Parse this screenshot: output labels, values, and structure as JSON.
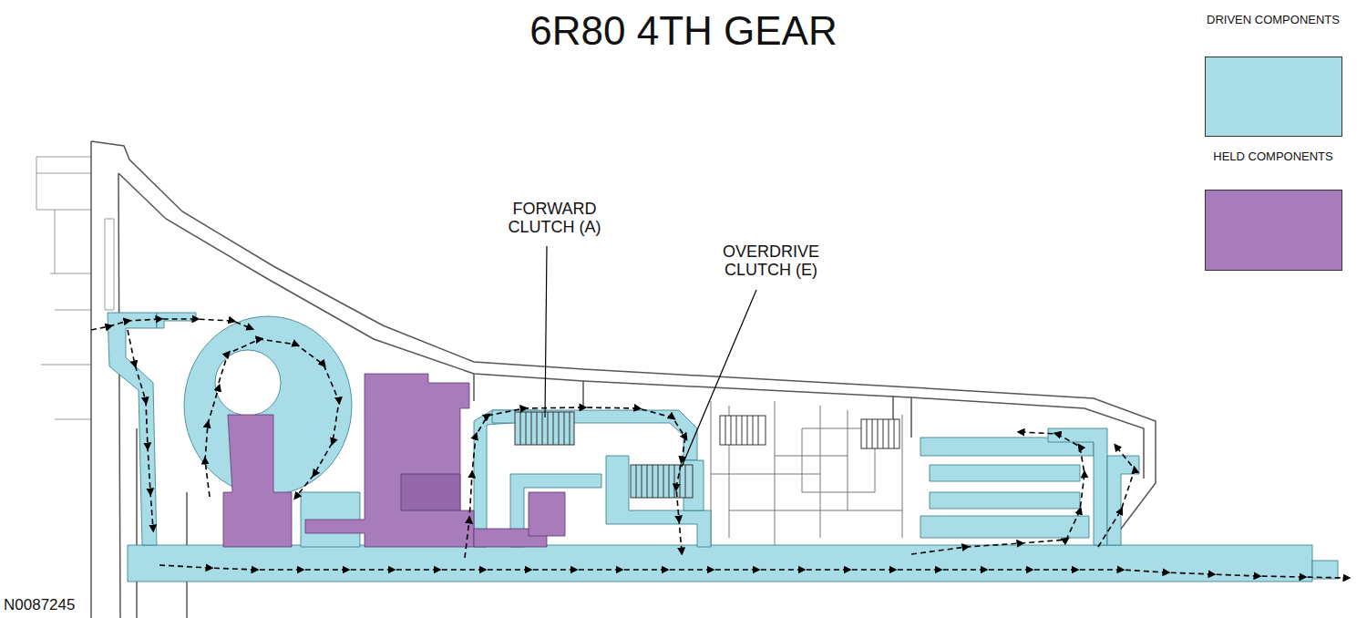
{
  "diagram": {
    "title": "6R80 4TH GEAR",
    "labels": [
      "FORWARD CLUTCH (A)",
      "OVERDRIVE CLUTCH (E)",
      "N0087245"
    ],
    "legend": [
      {
        "text": "DRIVEN COMPONENTS",
        "color": "#a8dce6"
      },
      {
        "text": "HELD COMPONENTS",
        "color": "#a87bbb"
      }
    ]
  }
}
